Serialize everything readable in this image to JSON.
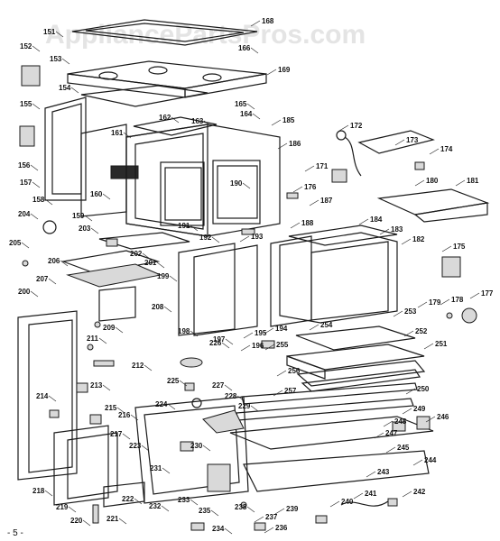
{
  "watermark": "AppliancePartsPros.com",
  "page_number": "- 5 -",
  "callouts": [
    "151",
    "152",
    "153",
    "154",
    "155",
    "156",
    "157",
    "158",
    "159",
    "160",
    "161",
    "162",
    "163",
    "164",
    "165",
    "166",
    "168",
    "169",
    "171",
    "172",
    "173",
    "174",
    "175",
    "176",
    "177",
    "178",
    "179",
    "180",
    "181",
    "182",
    "183",
    "184",
    "185",
    "186",
    "187",
    "188",
    "190",
    "191",
    "192",
    "193",
    "194",
    "195",
    "196",
    "197",
    "198",
    "199",
    "200",
    "201",
    "202",
    "203",
    "204",
    "205",
    "206",
    "207",
    "208",
    "209",
    "211",
    "212",
    "213",
    "214",
    "215",
    "216",
    "217",
    "218",
    "219",
    "220",
    "221",
    "222",
    "223",
    "224",
    "225",
    "226",
    "227",
    "228",
    "229",
    "230",
    "231",
    "232",
    "233",
    "234",
    "235",
    "236",
    "237",
    "238",
    "239",
    "240",
    "241",
    "242",
    "243",
    "244",
    "245",
    "246",
    "247",
    "248",
    "249",
    "250",
    "251",
    "252",
    "253",
    "254",
    "255",
    "256",
    "257"
  ]
}
